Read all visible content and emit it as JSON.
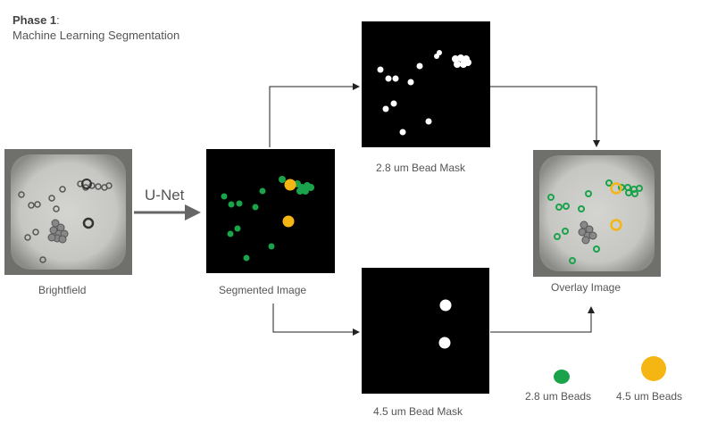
{
  "header": {
    "phase_label": "Phase 1",
    "phase_colon": ":",
    "subtitle": "Machine Learning Segmentation"
  },
  "arrow_label": "U-Net",
  "captions": {
    "brightfield": "Brightfield",
    "segmented": "Segmented Image",
    "mask_28": "2.8 um Bead Mask",
    "mask_45": "4.5 um Bead Mask",
    "overlay": "Overlay Image"
  },
  "legend": [
    {
      "label": "2.8 um Beads",
      "color": "#1aa34a"
    },
    {
      "label": "4.5 um Beads",
      "color": "#f5b512"
    }
  ],
  "colors": {
    "small_bead": "#1aa34a",
    "large_bead": "#f5b512",
    "mask_bead": "#ffffff",
    "panel_bg": "#000000",
    "arrow": "#222222",
    "unet_arrow": "#666666"
  }
}
